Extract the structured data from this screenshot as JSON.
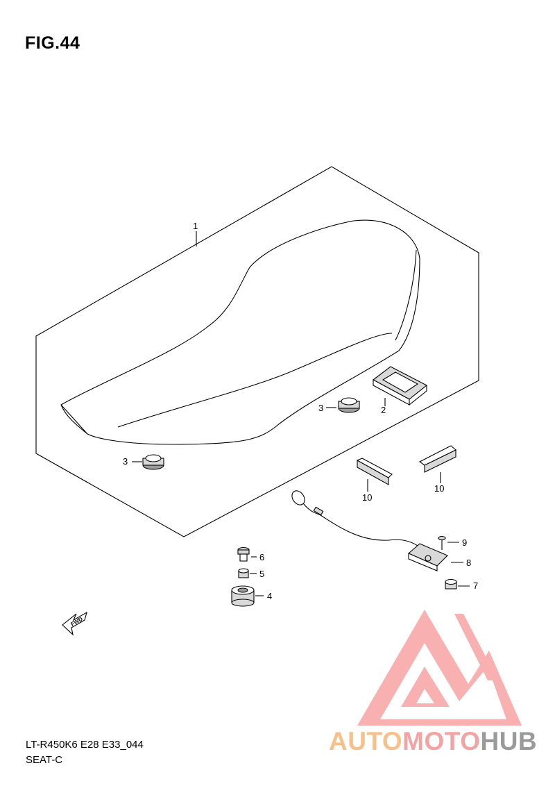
{
  "figure": {
    "title": "FIG.44"
  },
  "footer": {
    "model_code": "LT-R450K6 E28 E33_044",
    "section_name": "SEAT-C"
  },
  "direction_arrow": {
    "label": "FWD"
  },
  "callouts": {
    "c1": "1",
    "c2": "2",
    "c3a": "3",
    "c3b": "3",
    "c4": "4",
    "c5": "5",
    "c6": "6",
    "c7": "7",
    "c8": "8",
    "c9": "9",
    "c10a": "10",
    "c10b": "10"
  },
  "watermark": {
    "part1": "AUTO",
    "part2": "MOTO",
    "part3": "HUB",
    "colors": {
      "auto": "#f7c08a",
      "moto": "#f3a3a3",
      "hub": "#9a9a9a",
      "logo": "#f49a9a"
    }
  }
}
